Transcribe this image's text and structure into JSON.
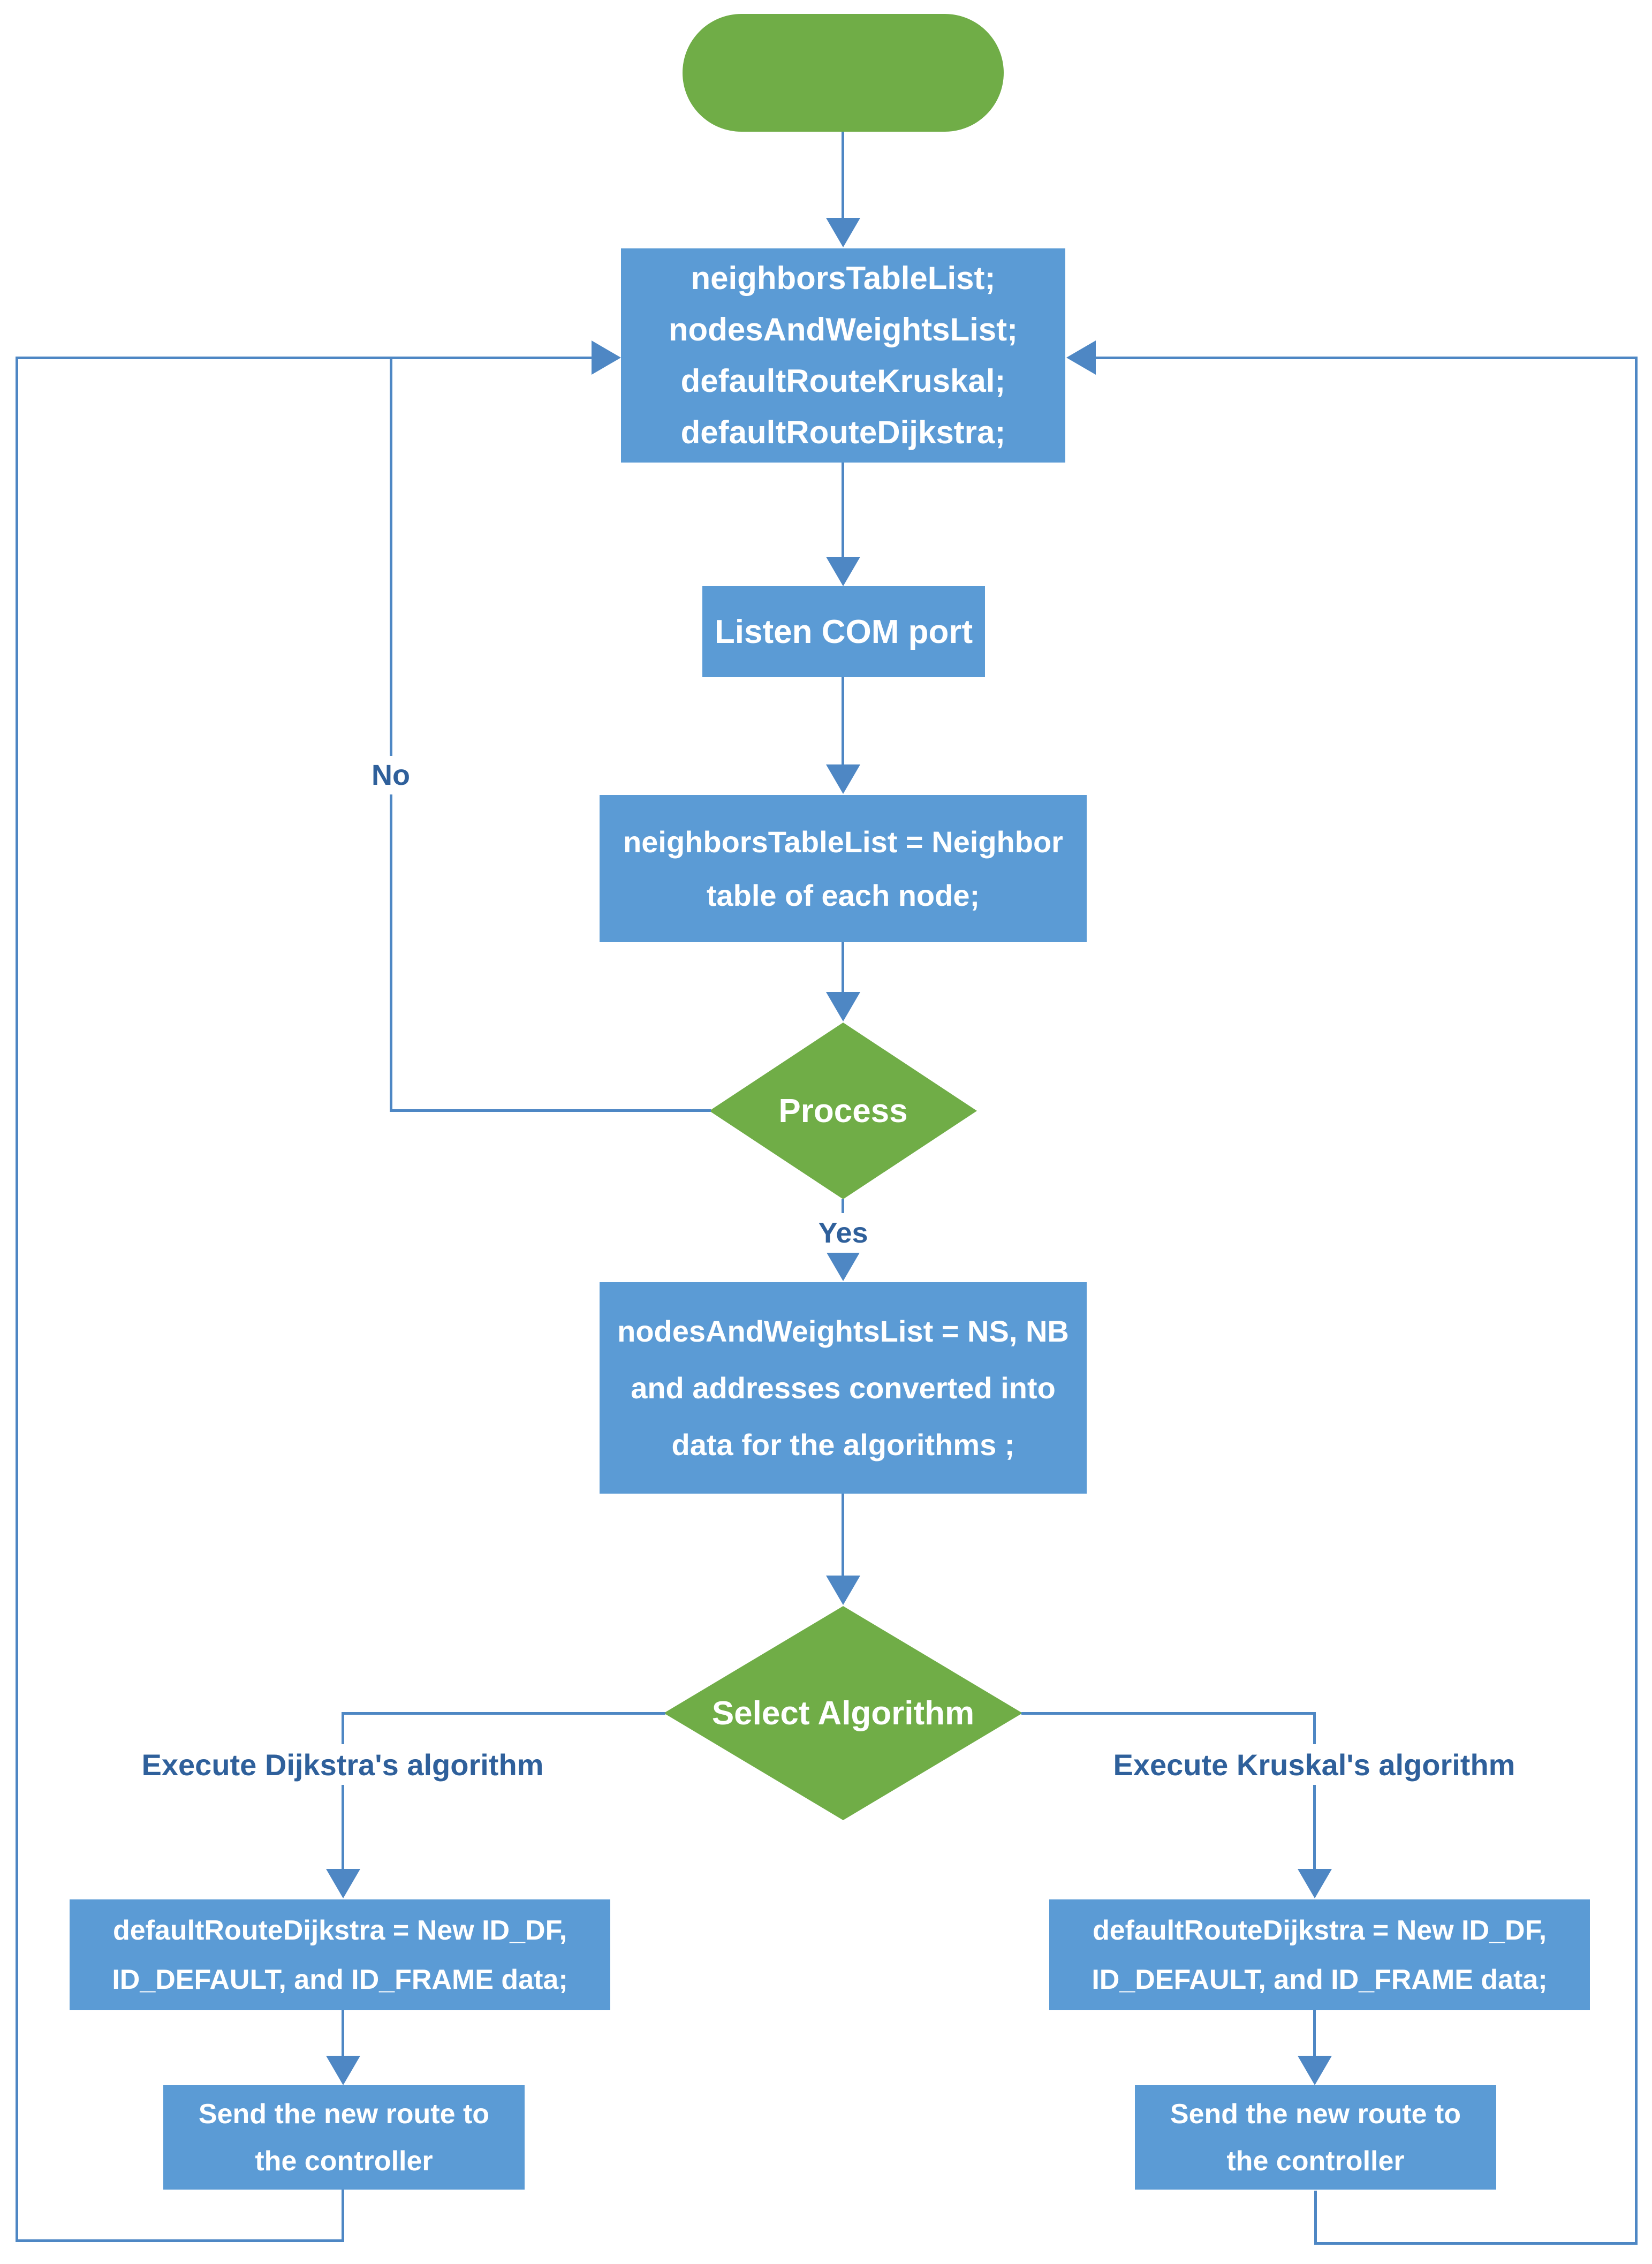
{
  "colors": {
    "node_fill_blue": "#5B9BD5",
    "shape_fill_green": "#70AD47",
    "connector_blue": "#4E87C4",
    "edge_label_text": "#2F609B",
    "node_text": "#FFFFFF",
    "background": "#FFFFFF"
  },
  "nodes": {
    "start": {
      "label": ""
    },
    "init": {
      "label": "neighborsTableList;\nnodesAndWeightsList;\ndefaultRouteKruskal;\ndefaultRouteDijkstra;"
    },
    "listen": {
      "label": "Listen COM port"
    },
    "neighbors": {
      "label": "neighborsTableList = Neighbor\ntable of each node;"
    },
    "process": {
      "label": "Process"
    },
    "nodes_weights": {
      "label": "nodesAndWeightsList = NS, NB\nand addresses converted into\ndata for the algorithms ;"
    },
    "select": {
      "label": "Select Algorithm"
    },
    "dijkstra_result": {
      "label": "defaultRouteDijkstra = New  ID_DF,\nID_DEFAULT,  and ID_FRAME data;"
    },
    "kruskal_result": {
      "label": "defaultRouteDijkstra = New  ID_DF,\nID_DEFAULT,  and ID_FRAME data;"
    },
    "send_left": {
      "label": "Send the new route to\nthe controller"
    },
    "send_right": {
      "label": "Send the new route to\nthe controller"
    }
  },
  "edge_labels": {
    "no": "No",
    "yes": "Yes",
    "dijkstra_branch": "Execute Dijkstra's algorithm",
    "kruskal_branch": "Execute Kruskal's algorithm"
  }
}
